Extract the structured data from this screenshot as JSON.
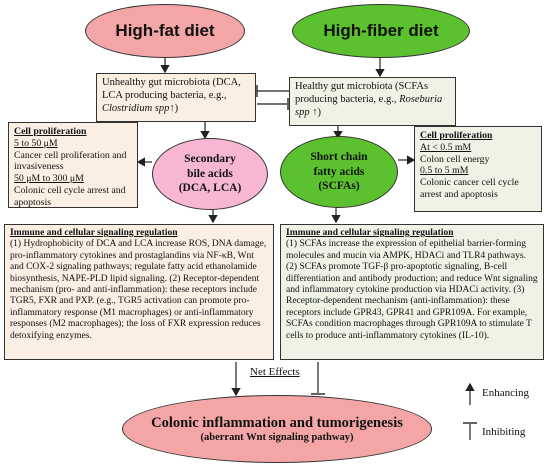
{
  "high_fat": {
    "label": "High-fat diet",
    "color": "#f4a6a6"
  },
  "high_fiber": {
    "label": "High-fiber diet",
    "color": "#5cc12e"
  },
  "unhealthy_box": {
    "title": "Unhealthy gut microbiota",
    "detail": "(DCA, LCA producing bacteria, e.g.,",
    "species": "Clostridium spp",
    "arrow": "↑",
    "close": ")"
  },
  "healthy_box": {
    "title": "Healthy gut microbiota",
    "detail": "(SCFAs producing bacteria, e.g.,",
    "species": "Roseburia spp",
    "arrow": "↑",
    "close": ")"
  },
  "secondary_bile": {
    "line1": "Secondary",
    "line2": "bile acids",
    "line3": "(DCA, LCA)",
    "color": "#f7b6d2"
  },
  "scfa": {
    "line1": "Short chain",
    "line2": "fatty acids",
    "line3": "(SCFAs)",
    "color": "#5cc12e"
  },
  "left_prolif": {
    "title": "Cell proliferation",
    "range1": "5 to 50 μM",
    "effect1": "Cancer cell proliferation and invasiveness",
    "range2": "50 μM to 300 μM",
    "effect2": "Colonic cell cycle arrest and apoptosis"
  },
  "right_prolif": {
    "title": "Cell proliferation",
    "range1": "At < 0.5 mM",
    "effect1": "Colon cell energy",
    "range2": "0.5 to 5 mM",
    "effect2": "Colonic cancer cell cycle arrest and apoptosis"
  },
  "left_immune": {
    "title": "Immune and cellular signaling regulation",
    "text": "(1) Hydrophobicity of DCA and LCA increase ROS, DNA damage, pro-inflammatory cytokines and prostaglandins via NF-κB, Wnt and COX-2 signaling pathways; regulate fatty acid ethanolamide biosynthesis, NAPE-PLD lipid signaling. (2) Receptor-dependent mechanism (pro- and anti-inflammation): these receptors include TGR5, FXR and PXP. (e.g., TGR5 activation can promote pro-inflammatory response (M1 macrophages) or anti-inflammatory responses (M2 macrophages); the loss of FXR expression reduces detoxifying enzymes."
  },
  "right_immune": {
    "title": "Immune and cellular signaling regulation",
    "text": "(1) SCFAs increase the expression of epithelial barrier-forming molecules and mucin via AMPK, HDACi and TLR4 pathways. (2) SCFAs promote TGF-β pro-apoptotic signaling, B-cell differentiation and antibody production; and reduce Wnt signaling and inflammatory cytokine production via HDACi activity. (3) Receptor-dependent mechanism (anti-inflammation): these receptors include GPR43, GPR41 and GPR109A. For example, SCFAs condition macrophages through GPR109A to stimulate T cells to produce anti-inflammatory cytokines (IL-10)."
  },
  "net_effects": "Net Effects",
  "outcome": {
    "title": "Colonic inflammation and tumorigenesis",
    "subtitle": "(aberrant Wnt signaling pathway)",
    "color": "#f4a6a6"
  },
  "legend": {
    "enhancing": "Enhancing",
    "inhibiting": "Inhibiting"
  },
  "colors": {
    "left_box_bg": "#fbeee3",
    "right_box_bg": "#eef3e6"
  }
}
